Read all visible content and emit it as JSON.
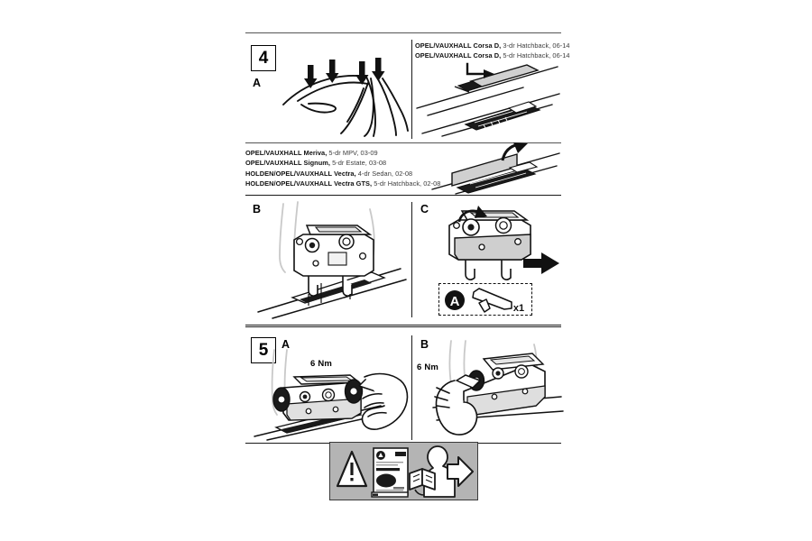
{
  "document": {
    "type": "vehicle-roof-rack-fitting-instructions",
    "page_background": "#ffffff",
    "ink_color": "#1a1a1a"
  },
  "steps": [
    {
      "number": "4",
      "panels": [
        {
          "letter": "A",
          "caption": ""
        },
        {
          "letter": "",
          "caption": ""
        }
      ],
      "vehicle_list_top": [
        {
          "brand": "OPEL/VAUXHALL Corsa D,",
          "spec": " 3-dr Hatchback, 06-14"
        },
        {
          "brand": "OPEL/VAUXHALL Corsa D,",
          "spec": " 5-dr Hatchback, 06-14"
        }
      ]
    },
    {
      "number": "5",
      "panels": [
        {
          "letter": "A",
          "torque": "6 Nm"
        },
        {
          "letter": "B",
          "torque": "6 Nm"
        }
      ]
    }
  ],
  "vehicle_list_middle": [
    {
      "brand": "OPEL/VAUXHALL Meriva,",
      "spec": " 5-dr MPV, 03-09"
    },
    {
      "brand": "OPEL/VAUXHALL Signum,",
      "spec": " 5-dr Estate, 03-08"
    },
    {
      "brand": "HOLDEN/OPEL/VAUXHALL Vectra,",
      "spec": " 4-dr Sedan, 02-08"
    },
    {
      "brand": "HOLDEN/OPEL/VAUXHALL Vectra GTS,",
      "spec": " 5-dr Hatchback, 02-08"
    }
  ],
  "bracket_panels": {
    "b": {
      "letter": "B"
    },
    "c": {
      "letter": "C",
      "callout": {
        "badge": "A",
        "tool": "hex-key",
        "quantity": "x1"
      }
    }
  },
  "banner": {
    "icons": [
      "warning-triangle",
      "instruction-manual",
      "person-reading",
      "arrow-right"
    ],
    "background": "#b4b4b4"
  }
}
